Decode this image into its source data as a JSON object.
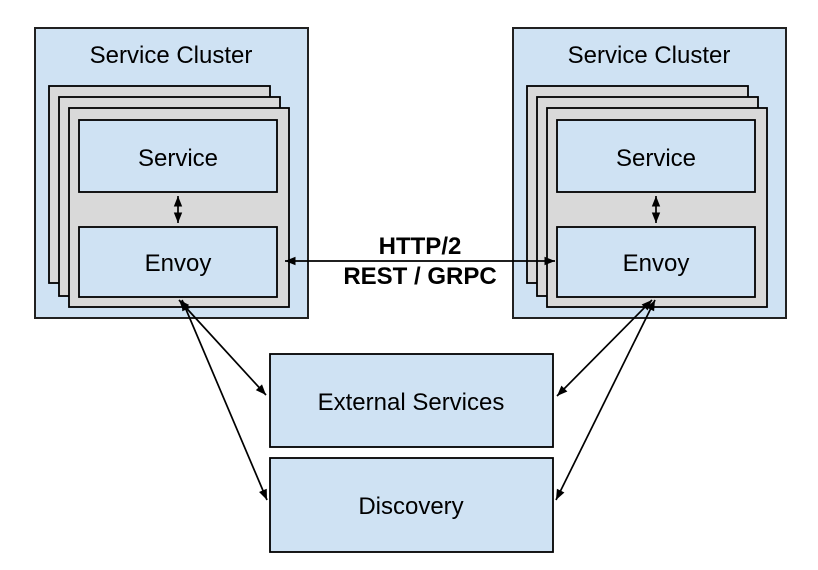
{
  "colors": {
    "cluster_fill": "#cfe2f3",
    "card_fill": "#d9d9d9",
    "node_fill": "#cfe2f3",
    "border": "#000000"
  },
  "clusters": [
    {
      "title": "Service Cluster",
      "service": "Service",
      "proxy": "Envoy"
    },
    {
      "title": "Service Cluster",
      "service": "Service",
      "proxy": "Envoy"
    }
  ],
  "link": {
    "protocol": "HTTP/2",
    "styles": "REST / GRPC"
  },
  "nodes": {
    "external_services": "External Services",
    "discovery": "Discovery"
  }
}
